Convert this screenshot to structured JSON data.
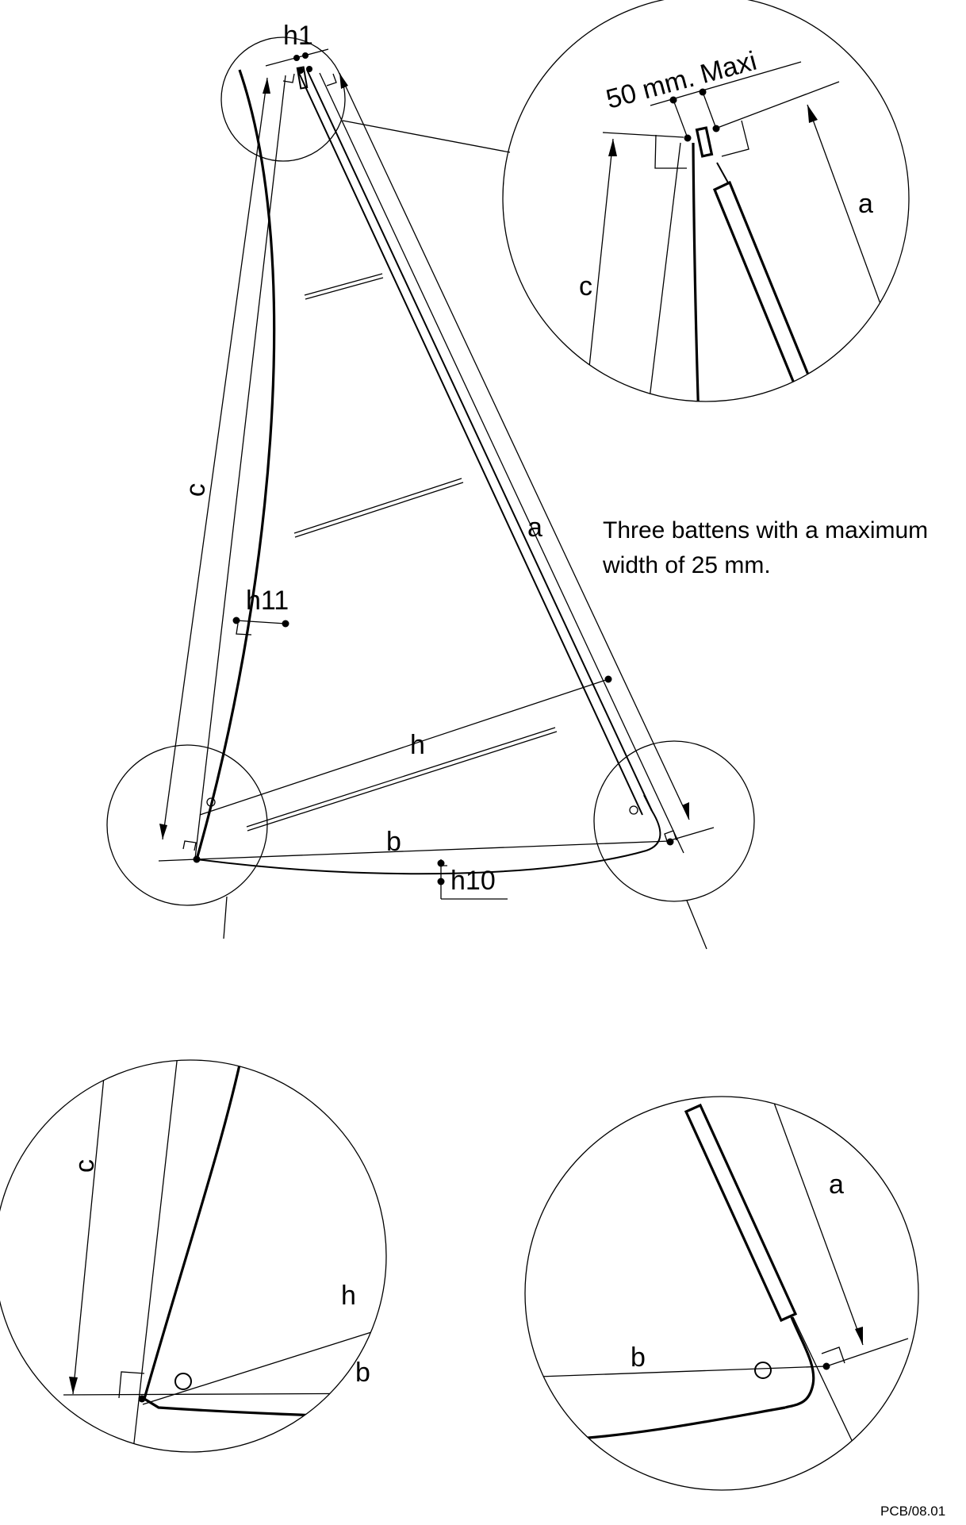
{
  "labels": {
    "leech": "c",
    "luff": "a",
    "foot": "b",
    "half_height": "h",
    "top_width": "h1",
    "upper_width": "h11",
    "foot_round": "h10",
    "head_max": "50 mm. Maxi"
  },
  "note": {
    "line1": "Three battens with a maximum",
    "line2": "width of 25 mm."
  },
  "reference": "PCB/08.01",
  "batten_count": 3
}
